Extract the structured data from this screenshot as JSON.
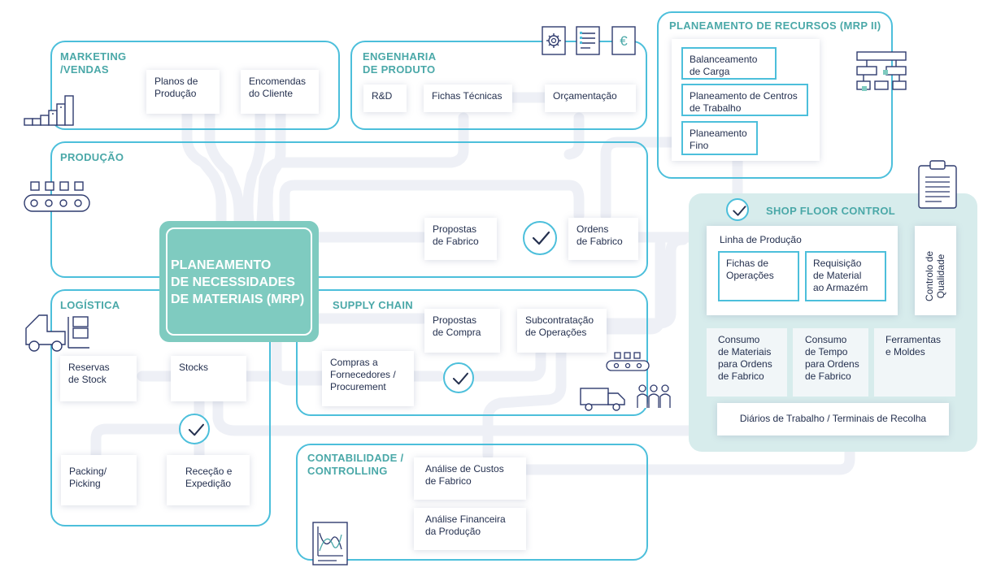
{
  "sections": {
    "marketing": "MARKETING\n/VENDAS",
    "engenharia": "ENGENHARIA\nDE PRODUTO",
    "recursos": "PLANEAMENTO DE RECURSOS (MRP II)",
    "producao": "PRODUÇÃO",
    "logistica": "LOGÍSTICA",
    "supply_chain": "SUPPLY CHAIN",
    "contabilidade": "CONTABILIDADE /\nCONTROLLING",
    "shop_floor": "SHOP FLOOR CONTROL"
  },
  "mrp_center": "PLANEAMENTO\nDE NECESSIDADES\nDE MATERIAIS (MRP)",
  "boxes": {
    "planos_producao": "Planos de\nProdução",
    "encomendas_cliente": "Encomendas\ndo Cliente",
    "rd": "R&D",
    "fichas_tecnicas": "Fichas Técnicas",
    "orcamentacao": "Orçamentação",
    "balanceamento_carga": "Balanceamento\nde Carga",
    "planeamento_centros": "Planeamento de Centros\nde Trabalho",
    "planeamento_fino": "Planeamento\nFino",
    "propostas_fabrico": "Propostas\nde Fabrico",
    "ordens_fabrico": "Ordens\nde Fabrico",
    "linha_producao": "Linha de Produção",
    "fichas_operacoes": "Fichas de\nOperações",
    "requisicao_material": "Requisição\nde Material\nao Armazém",
    "controlo_qualidade": "Controlo de\nQualidade",
    "propostas_compra": "Propostas\nde Compra",
    "subcontratacao": "Subcontratação\nde Operações",
    "compras_fornecedores": "Compras a\nFornecedores /\nProcurement",
    "reservas_stock": "Reservas\nde Stock",
    "stocks": "Stocks",
    "packing_picking": "Packing/\nPicking",
    "rececao_expedicao": "Receção e\nExpedição",
    "consumo_materiais": "Consumo\nde Materiais\npara Ordens\nde Fabrico",
    "consumo_tempo": "Consumo\nde Tempo\npara Ordens\nde Fabrico",
    "ferramentas_moldes": "Ferramentas\ne Moldes",
    "diarios_trabalho": "Diários de Trabalho / Terminais de Recolha",
    "analise_custos": "Análise de Custos\nde Fabrico",
    "analise_financeira": "Análise Financeira\nda Produção"
  },
  "icons": {
    "marketing": "bar-chart-icon",
    "engenharia": [
      "gear-icon",
      "document-icon",
      "euro-icon"
    ],
    "recursos": "org-chart-icon",
    "producao": "conveyor-belt-icon",
    "logistica": "forklift-icon",
    "supply_chain": [
      "conveyor-icon",
      "truck-icon",
      "people-icon"
    ],
    "shop_floor": "clipboard-icon",
    "contabilidade": "line-chart-icon"
  },
  "colors": {
    "section_border": "#4cbfdb",
    "section_title": "#4aa8a8",
    "mrp_fill": "#7fcbc0",
    "shop_floor_fill": "#d7ecec",
    "text": "#24304f",
    "wire": "#eef0f6"
  }
}
